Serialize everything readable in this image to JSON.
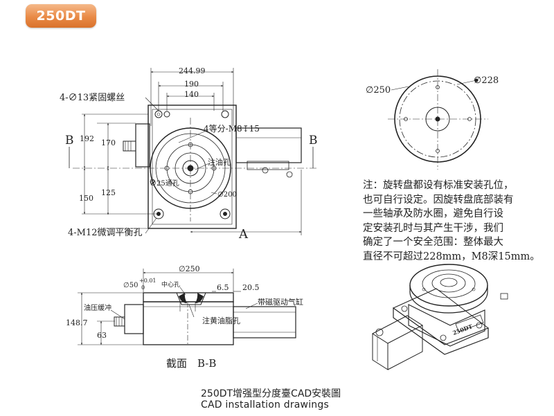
{
  "badge": {
    "label": "250DT",
    "color": "#e98a46"
  },
  "top_view": {
    "dim_overall": "244.99",
    "dim_mid": "190",
    "dim_inner": "140",
    "screw_note": "4-∅13紧固螺丝",
    "thread_note": "4等分-M8↧15",
    "oil_hole": "注油孔",
    "small_dia": "∅25通孔",
    "table_dia": "∅200",
    "adjust_note": "4-M12微调平衡孔",
    "dim_192": "192",
    "dim_170": "170",
    "dim_125": "125",
    "dim_150": "150",
    "section_left": "B",
    "section_right": "B",
    "view_arrow": "A"
  },
  "side_view": {
    "top_dia": "∅250",
    "small_dia": "∅50",
    "tolerance_plus": "+0.01",
    "tolerance_zero": "0",
    "center_hole": "中心孔",
    "dim_65": "6.5",
    "dim_205": "20.5",
    "cylinder": "带磁驱动气缸",
    "buffer": "油压缓冲",
    "dim_height": "148.7",
    "dim_63": "63",
    "grease": "注黄油脂孔",
    "section_title": "截面　B-B"
  },
  "circle_view": {
    "outer_dia": "∅250",
    "inner_dia": "∅228"
  },
  "note": {
    "lines": [
      "注：旋转盘都设有标准安装孔位，",
      "也可自行设定。因旋转盘底部装有",
      "一些轴承及防水圈，避免自行设",
      "定安装孔时与其产生干涉，我们",
      "确定了一个安全范围：整体最大",
      "直径不可超过228mm，M8深15mm。"
    ]
  },
  "iso_view": {
    "brand_label": "250DT"
  },
  "caption": {
    "cn": "250DT增强型分度臺CAD安裝圖",
    "en": "CAD installation drawings"
  }
}
